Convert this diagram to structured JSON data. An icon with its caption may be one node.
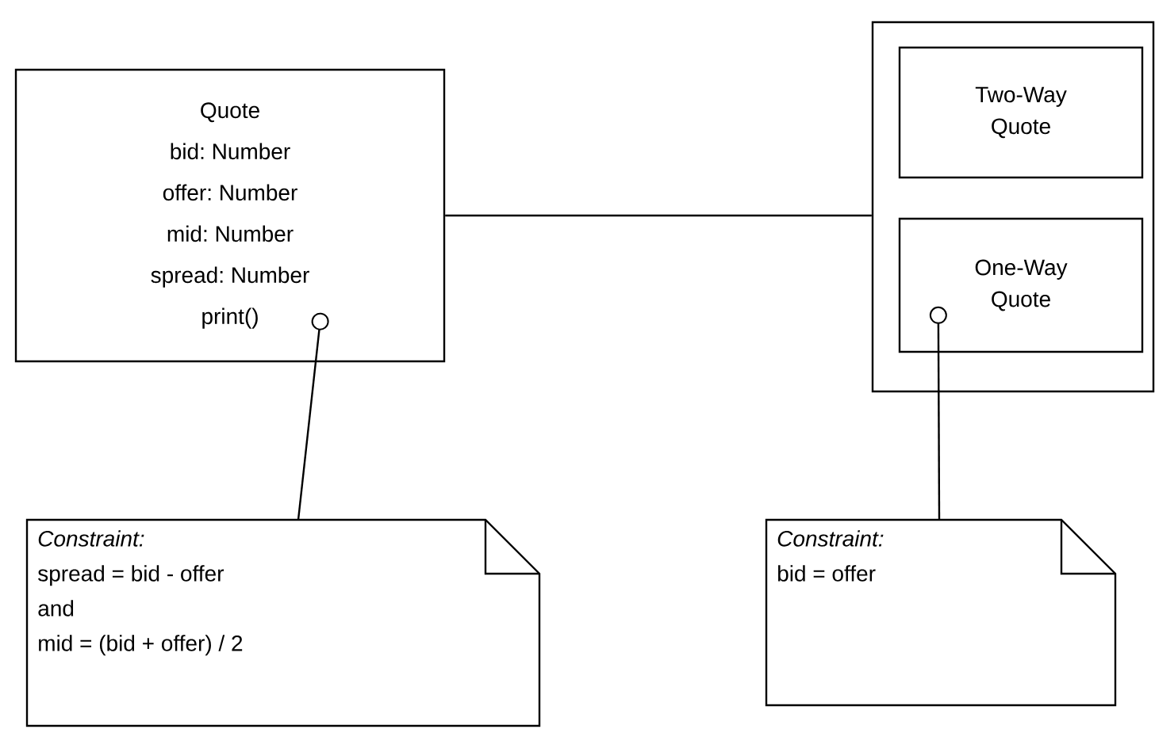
{
  "diagram": {
    "nodes": [
      {
        "text": [
          "Quote",
          "bid: Number",
          "offer: Number",
          "mid: Number",
          "spread: Number",
          "print()"
        ]
      },
      {
        "text": [],
        "shape": "box"
      },
      {
        "text": [
          "Two-Way Quote"
        ],
        "in": 1
      },
      {
        "text": [
          "One-Way Quote"
        ],
        "in": 1
      },
      {
        "text": [
          "Constraint:",
          "spread = bid - offer",
          "and",
          "mid = (bid + offer) / 2"
        ]
      },
      {
        "text": [
          "Constraint:",
          "bid = offer"
        ]
      }
    ],
    "edges": [
      {
        "from": 0,
        "to": 1,
        "arrow": "none"
      },
      {
        "from": 4,
        "to": 0,
        "arrow": "other"
      },
      {
        "from": 5,
        "to": 3,
        "arrow": "other"
      }
    ]
  }
}
